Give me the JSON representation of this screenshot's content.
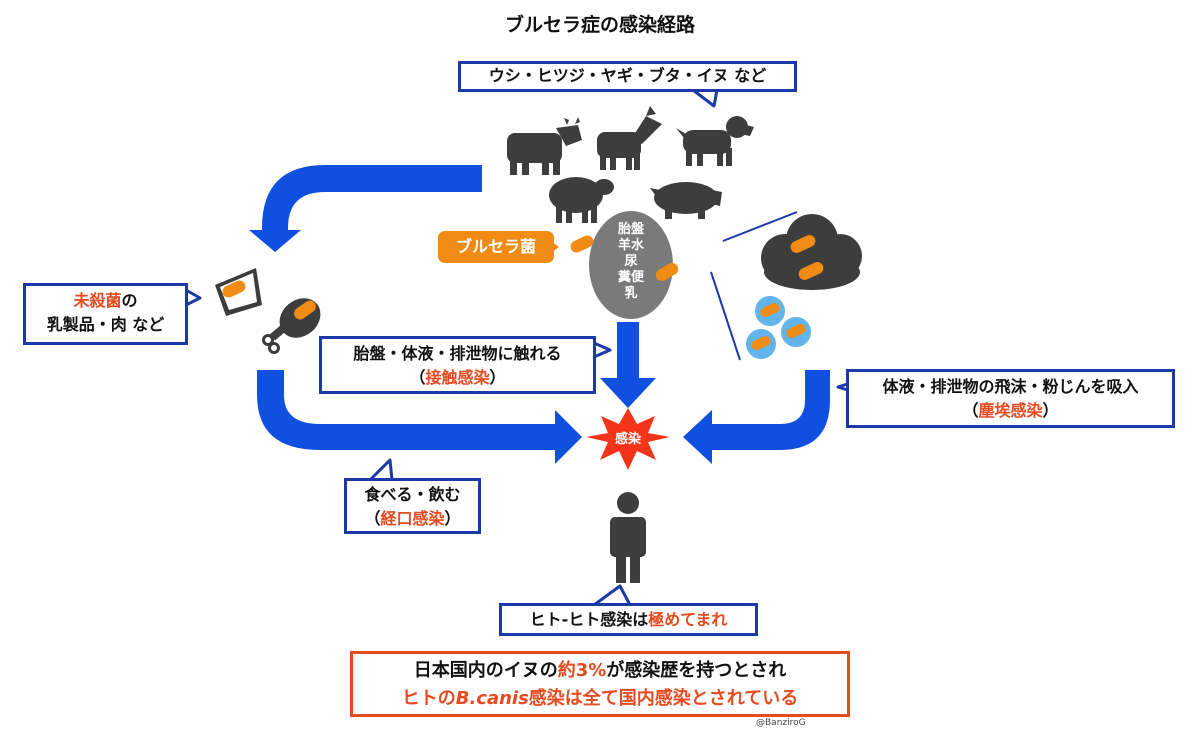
{
  "title": "ブルセラ症の感染経路",
  "animals_label": "ウシ・ヒツジ・ヤギ・ブタ・イヌ など",
  "bacteria_label": "ブルセラ菌",
  "secretions": [
    "胎盤",
    "羊水",
    "尿",
    "糞便",
    "乳"
  ],
  "dairy_label": {
    "highlight": "未殺菌",
    "line1_rest": "の",
    "line2": "乳製品・肉 など"
  },
  "contact_label": {
    "line1": "胎盤・体液・排泄物に触れる",
    "open": "（",
    "route": "接触感染",
    "close": "）"
  },
  "dust_label": {
    "line1": "体液・排泄物の飛沫・粉じんを吸入",
    "open": "（",
    "route": "塵埃感染",
    "close": "）"
  },
  "oral_label": {
    "line1": "食べる・飲む",
    "open": "（",
    "route": "経口感染",
    "close": "）"
  },
  "infection_label": "感染",
  "human_to_human": {
    "prefix": "ヒト-ヒト感染は",
    "highlight": "極めてまれ"
  },
  "note": {
    "line1_a": "日本国内のイヌの",
    "line1_b": "約3%",
    "line1_c": "が感染歴を持つとされ",
    "line2_a": "ヒトの",
    "line2_b": "B.canis",
    "line2_c": "感染は全て国内感染とされている"
  },
  "credit": "@BanziroG",
  "colors": {
    "arrow": "#1050e0",
    "callout_border": "#1b3aa8",
    "accent": "#e64a1f",
    "bacteria": "#f08c14",
    "animal": "#3d3d3d",
    "droplet": "#63b4ea",
    "burst": "#f5341a"
  }
}
